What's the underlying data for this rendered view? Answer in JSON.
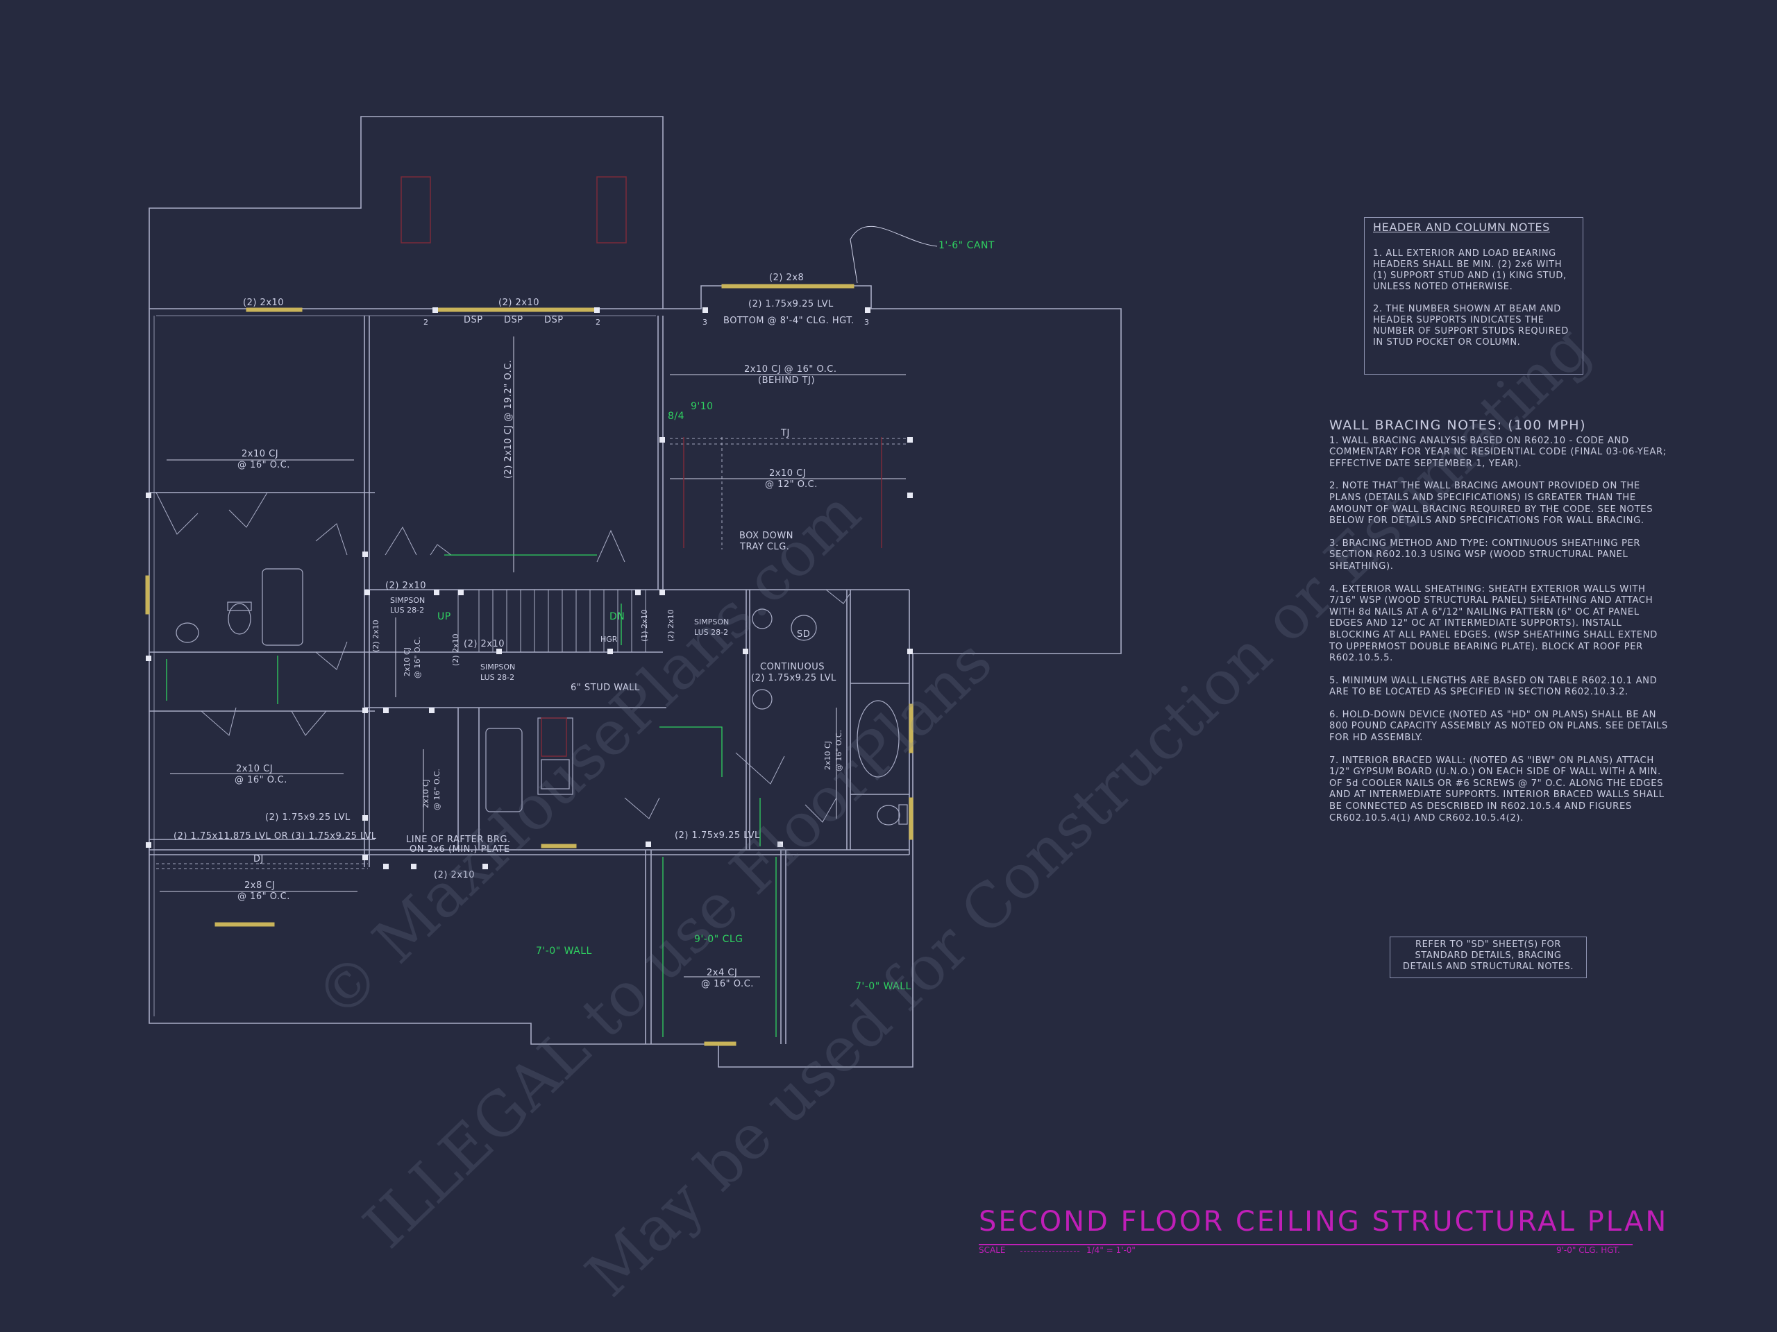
{
  "header_notes": {
    "heading": "HEADER AND COLUMN NOTES",
    "items": [
      "1. ALL EXTERIOR AND LOAD BEARING HEADERS SHALL BE MIN. (2) 2x6 WITH (1) SUPPORT STUD AND (1) KING STUD, UNLESS NOTED OTHERWISE.",
      "2. THE NUMBER SHOWN AT BEAM AND HEADER SUPPORTS INDICATES THE NUMBER OF SUPPORT STUDS REQUIRED IN STUD POCKET OR COLUMN."
    ]
  },
  "bracing_notes": {
    "heading": "WALL BRACING NOTES: (100 MPH)",
    "items": [
      "1. WALL BRACING ANALYSIS BASED ON R602.10 - CODE AND COMMENTARY FOR YEAR NC RESIDENTIAL CODE (FINAL 03-06-YEAR; EFFECTIVE DATE SEPTEMBER 1, YEAR).",
      "2. NOTE THAT THE WALL BRACING AMOUNT PROVIDED ON THE PLANS (DETAILS AND SPECIFICATIONS) IS GREATER THAN THE AMOUNT OF WALL BRACING REQUIRED BY THE CODE. SEE NOTES BELOW FOR DETAILS AND SPECIFICATIONS FOR WALL BRACING.",
      "3. BRACING METHOD AND TYPE: CONTINUOUS SHEATHING PER SECTION R602.10.3 USING WSP (WOOD STRUCTURAL PANEL SHEATHING).",
      "4. EXTERIOR WALL SHEATHING: SHEATH EXTERIOR WALLS WITH 7/16\" WSP (WOOD STRUCTURAL PANEL) SHEATHING AND ATTACH WITH 8d NAILS AT A 6\"/12\" NAILING PATTERN (6\" OC AT PANEL EDGES AND 12\" OC AT INTERMEDIATE SUPPORTS). INSTALL BLOCKING AT ALL PANEL EDGES. (WSP SHEATHING SHALL EXTEND TO UPPERMOST DOUBLE BEARING PLATE). BLOCK AT ROOF PER R602.10.5.5.",
      "5. MINIMUM WALL LENGTHS ARE BASED ON TABLE R602.10.1 AND ARE TO BE LOCATED AS SPECIFIED IN SECTION R602.10.3.2.",
      "6. HOLD-DOWN DEVICE (NOTED AS \"HD\" ON PLANS) SHALL BE AN 800 POUND CAPACITY ASSEMBLY AS NOTED ON PLANS. SEE DETAILS FOR HD ASSEMBLY.",
      "7. INTERIOR BRACED WALL: (NOTED AS \"IBW\" ON PLANS) ATTACH 1/2\" GYPSUM BOARD (U.N.O.) ON EACH SIDE OF WALL WITH A MIN. OF 5d COOLER NAILS OR #6 SCREWS @ 7\" O.C. ALONG THE EDGES AND AT INTERMEDIATE SUPPORTS. INTERIOR BRACED WALLS SHALL BE CONNECTED AS DESCRIBED IN R602.10.5.4 AND FIGURES CR602.10.5.4(1) AND CR602.10.5.4(2)."
    ]
  },
  "refer_note": "REFER TO \"SD\" SHEET(S) FOR STANDARD DETAILS, BRACING DETAILS AND STRUCTURAL NOTES.",
  "title_block": {
    "title": "SECOND FLOOR CEILING STRUCTURAL PLAN",
    "scale_label": "SCALE",
    "scale_value": "1/4\" = 1'-0\"",
    "ceiling_height": "9'-0\" CLG. HGT."
  },
  "watermark": {
    "line1": "© MaxHousePlans.com",
    "line2": "ILLEGAL to use FloorPlans",
    "line3": "May be used for Construction or Estimating"
  },
  "plan_labels": {
    "cant": "1'-6\" CANT",
    "hdr_2x8": "(2) 2x8",
    "hdr_lvl_top": "(2) 1.75x9.25 LVL",
    "bottom_clg": "BOTTOM @ 8'-4\" CLG. HGT.",
    "hdr_2x10_left": "(2) 2x10",
    "hdr_2x10_mid": "(2) 2x10",
    "dsp": "DSP",
    "cj_behind_tj_1": "2x10 CJ @ 16\" O.C.",
    "cj_behind_tj_2": "(BEHIND TJ)",
    "tj": "TJ",
    "cj_12_1": "2x10 CJ",
    "cj_12_2": "@ 12\" O.C.",
    "box_down_1": "BOX DOWN",
    "box_down_2": "TRAY CLG.",
    "cj_left_1": "2x10 CJ",
    "cj_left_2": "@ 16\" O.C.",
    "cj_center_vert": "(2) 2x10 CJ @ 19.2\" O.C.",
    "g810": "9'10",
    "g84": "8/4",
    "simpson_1": "SIMPSON",
    "lus_1": "LUS 28-2",
    "simpson_2": "SIMPSON",
    "lus_2": "LUS 28-2",
    "simpson_3": "SIMPSON",
    "lus_3": "LUS 28-2",
    "up": "UP",
    "dn": "DN",
    "hgr": "HGR",
    "stud_wall": "6\" STUD WALL",
    "continuous": "CONTINUOUS",
    "lvl_cont": "(2) 1.75x9.25 LVL",
    "sd": "SD",
    "cj_bath_1": "2x10 CJ",
    "cj_bath_2": "@ 16\" O.C.",
    "cj_left2_1": "2x10 CJ",
    "cj_left2_2": "@ 16\" O.C.",
    "lvl_small": "(2) 1.75x9.25 LVL",
    "lvl_long": "(2) 1.75x11.875 LVL OR (3) 1.75x9.25 LVL",
    "dj": "DJ",
    "rafter_1": "LINE OF RAFTER BRG.",
    "rafter_2": "ON 2x6 (MIN.) PLATE",
    "hdr_2x10_bot": "(2) 2x10",
    "lvl_bottom": "(2) 1.75x9.25 LVL",
    "cj_2x8_1": "2x8 CJ",
    "cj_2x8_2": "@ 16\" O.C.",
    "wall_7_left": "7'-0\" WALL",
    "clg_9": "9'-0\" CLG",
    "cj_2x4_1": "2x4 CJ",
    "cj_2x4_2": "@ 16\" O.C.",
    "wall_7_right": "7'-0\" WALL",
    "hdr_2x10_a": "(2) 2x10",
    "hdr_2x10_b": "(2) 2x10",
    "hdr_2x10_c": "(2) 2x10",
    "hdr_2x10_d": "(2) 2x10",
    "hdr_2x10_e": "(1) 2x10",
    "hdr_2x10_f": "(2) 2x10",
    "cj_vert_a": "2x10 CJ",
    "cj_vert_b": "@ 16\" O.C.",
    "cj_vert_c": "2x10 CJ",
    "cj_vert_d": "@ 16\" O.C.",
    "n2": "2",
    "n3": "3"
  },
  "colors": {
    "background": "#262a3f",
    "wall": "#a9adc6",
    "text": "#cdd0e6",
    "green": "#2fd060",
    "red": "#7a2a3a",
    "title": "#c01fb8",
    "header_gold": "#c9b45a"
  }
}
